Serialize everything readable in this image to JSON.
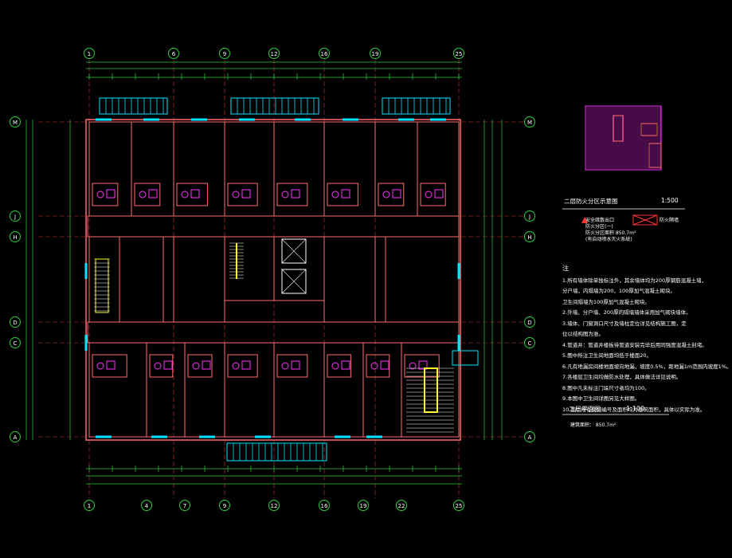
{
  "title": "二层平面图",
  "scale": "1:100",
  "area_text": "建筑面积：        850.7m²",
  "fire_zone_key": {
    "title": "二层防火分区示意图",
    "scale": "1:500",
    "legend": {
      "exit_label": "安全疏散出口",
      "partition_label": "防火隔墙",
      "zone_line1": "防火分区(一)",
      "zone_line2": "防火分区面积 850.7m²",
      "zone_line3": "(有自动喷水灭火系统)"
    }
  },
  "colors": {
    "wall": "#ff6b6b",
    "dimension": "#2ecc40",
    "axis": "#2ecc40",
    "window": "#00e5ff",
    "stair": "#ffff33",
    "fixture": "#ff33ff",
    "text": "#ffffff"
  },
  "grid_top": [
    "1",
    "6",
    "9",
    "12",
    "16",
    "19",
    "25"
  ],
  "grid_bottom": [
    "1",
    "4",
    "7",
    "9",
    "12",
    "16",
    "19",
    "22",
    "25"
  ],
  "grid_left": [
    "M",
    "J",
    "H",
    "D",
    "C",
    "A"
  ],
  "notes": {
    "heading": "注",
    "lines": [
      "1.所有墙体除单独标注外，其余墙体均为200厚钢筋混凝土墙，",
      "   分户墙，内隔墙为200，100厚加气混凝土砌块。",
      "   卫生间隔墙为100厚加气混凝土砌块。",
      "2.外墙、分户墙、200厚的隔墙墙体采用加气砌块墙体。",
      "3.墙体、门窗洞口尺寸及墙柱定位详见结构施工图，定",
      "   位以结构图为准。",
      "4.管道井：管道井楼板待管道安装完毕后用同强度混凝土封堵。",
      "5.图中所注卫生间地面均低于楼面20。",
      "6.凡有地漏房间楼地面坡向地漏，坡度0.5%，距地漏1m范围内坡度1%。",
      "7.各楼层卫生间均做防水处理，具体做法详见说明。",
      "8.图中凡未标注门垛尺寸者均为100。",
      "9.本图中卫生间详图另见大样图。",
      "10.图中所有房间编号及面积均为建筑面积，具体以实际为准。"
    ]
  }
}
